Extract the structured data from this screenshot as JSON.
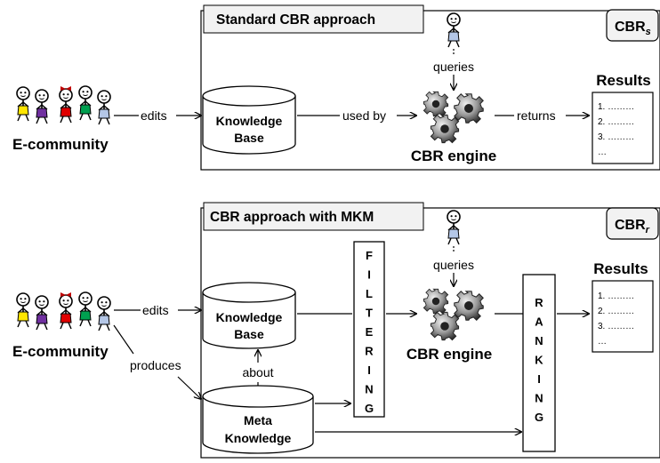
{
  "top": {
    "panel_title": "Standard CBR approach",
    "tag_main": "CBR",
    "tag_sub": "s",
    "community_label": "E-community",
    "edits_label": "edits",
    "kb_line1": "Knowledge",
    "kb_line2": "Base",
    "used_by_label": "used by",
    "queries_label": "queries",
    "engine_label": "CBR engine",
    "returns_label": "returns",
    "results_title": "Results",
    "results_items": [
      "1. ………",
      "2. ………",
      "3. ………",
      "…"
    ]
  },
  "bottom": {
    "panel_title": "CBR approach with MKM",
    "tag_main": "CBR",
    "tag_sub": "r",
    "community_label": "E-community",
    "edits_label": "edits",
    "produces_label": "produces",
    "kb_line1": "Knowledge",
    "kb_line2": "Base",
    "about_label": "about",
    "mk_line1": "Meta",
    "mk_line2": "Knowledge",
    "filtering_letters": [
      "F",
      "I",
      "L",
      "T",
      "E",
      "R",
      "I",
      "N",
      "G"
    ],
    "queries_label": "queries",
    "engine_label": "CBR engine",
    "ranking_letters": [
      "R",
      "A",
      "N",
      "K",
      "I",
      "N",
      "G"
    ],
    "results_title": "Results",
    "results_items": [
      "1. ………",
      "2. ………",
      "3. ………",
      "…"
    ]
  },
  "colors": {
    "panel_title_bg": "#f2f2f2",
    "person_colors": [
      "#ffe600",
      "#7030a0",
      "#e00000",
      "#00a050",
      "#b4c7e7"
    ],
    "bow": "#c00000",
    "gear_dark": "#3a3a3a",
    "gear_light": "#d9d9d9"
  }
}
